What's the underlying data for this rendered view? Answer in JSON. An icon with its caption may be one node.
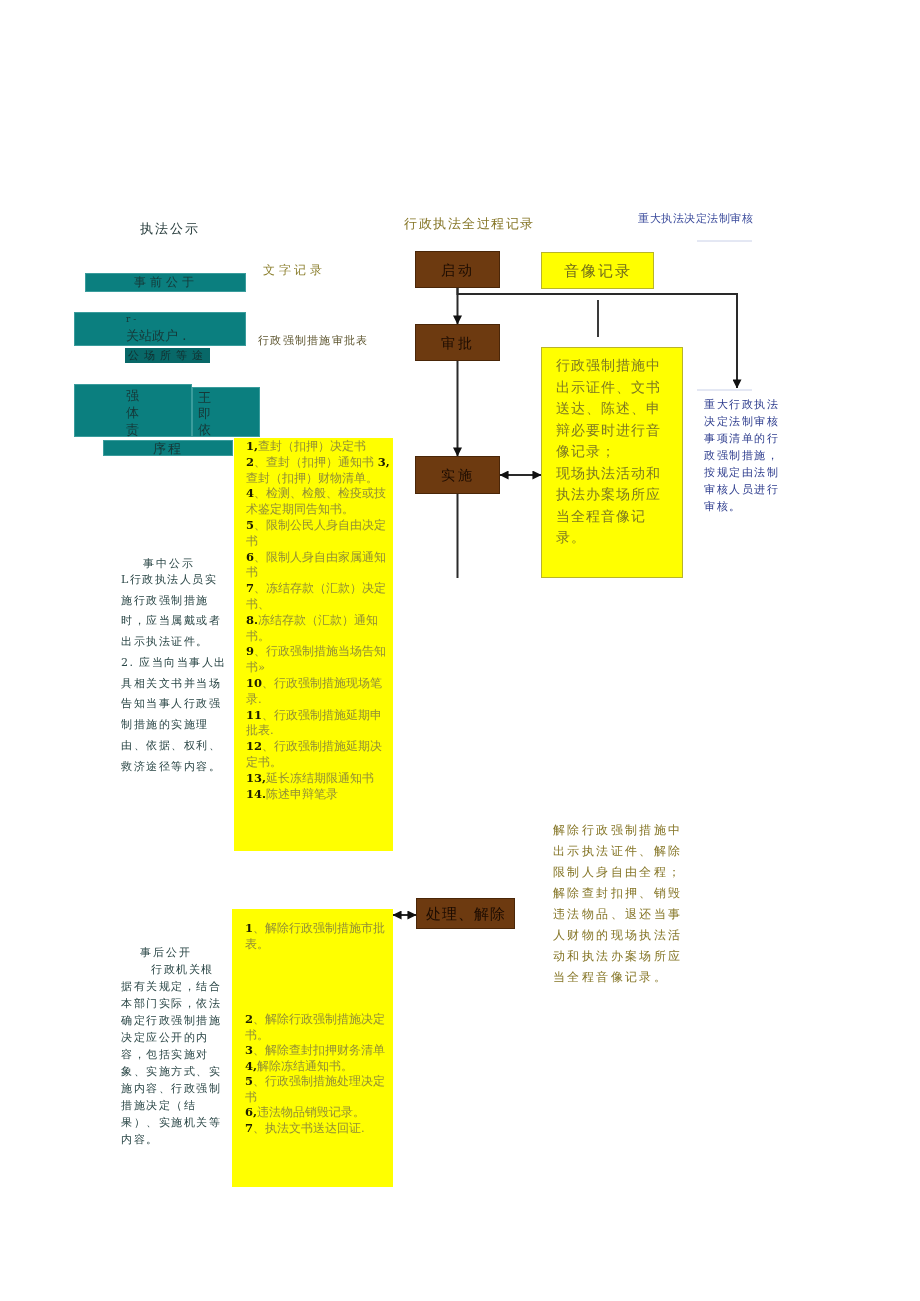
{
  "diagram": {
    "nodes": [
      {
        "text": [
          "事前公于"
        ]
      },
      {
        "text": [
          "r -",
          "关站政户 ."
        ]
      },
      {
        "text": [
          "公场所等途"
        ]
      },
      {
        "text": [
          "强",
          "体",
          "责"
        ]
      },
      {
        "text": [
          "王",
          "即",
          "依"
        ]
      },
      {
        "text": [
          "序程"
        ]
      },
      {
        "text": [
          "**1,**查封（扣押）决定书",
          "**2**、查封（扣押）通知书 **3,**查封（扣押）财物清单。",
          "**4**、检测、检般、检疫或技术鉴定期同告知书。",
          "**5**、限制公民人身自由决定书",
          "**6**、限制人身自由家属通知书",
          "**7**、冻结存款（汇款）决定书、",
          "**8.**冻结存款（汇款）通知书。",
          "**9**、行政强制措施当场告知书»",
          "**10**、行政强制措施现场笔录.",
          "**11**、行政强制措施延期申批表.",
          "**12**、行政强制措施延期决定书。",
          "**13,**延长冻结期限通知书",
          "**14.**陈述申辩笔录"
        ]
      },
      {
        "text": [
          "启动"
        ]
      },
      {
        "text": [
          "音像记录"
        ]
      },
      {
        "text": [
          "审批"
        ]
      },
      {
        "text": [
          "行政强制措施中出示证件、文书送达、陈述、申辩必要时进行音像记录；",
          "现场执法活动和执法办案场所应当全程音像记录。"
        ]
      },
      {
        "text": [
          "实施"
        ]
      },
      {
        "text": [
          "重大行政执法决定法制审核事项清单的行政强制措施，按规定由法制审核人员进行审核。"
        ]
      },
      {
        "text": [
          "**1**、解除行政强制措施市批表。",
          "**2**、解除行政强制措施决定书。",
          "**3**、解除查封扣押财务清单",
          "**4,**解除冻结通知书。",
          "**5**、行政强制措施处理决定书",
          "**6,**违法物品销毁记录。",
          "**7**、执法文书送达回证."
        ]
      },
      {
        "text": [
          "处理、解除"
        ]
      }
    ],
    "edges": [
      {
        "from": 7,
        "to": 9,
        "arrow": "to"
      },
      {
        "from": 7,
        "to": 12,
        "arrow": "to"
      },
      {
        "from": 9,
        "to": 11,
        "arrow": "to"
      },
      {
        "from": 11,
        "to": 10,
        "arrow": "both"
      },
      {
        "from": 11,
        "to": null,
        "arrow": "none"
      },
      {
        "from": 13,
        "to": 14,
        "arrow": "both"
      }
    ],
    "labels": [
      "执法公示",
      "行政执法全过程记录",
      "重大执法决定法制审核",
      "文字记录",
      "行政强制措施审批表",
      "事中公示",
      "L行政执法人员实施行政强制措施时，应当属戴或者出示执法证件。",
      "2. 应当向当事人出具相关文书并当场告知当事人行政强制措施的实施理由、依据、权利、救济途径等内容。",
      "解除行政强制措施中出示执法证件、解除限制人身自由全程；解除查封扣押、销毁违法物品、退还当事人财物的现场执法活动和执法办案场所应当全程音像记录。",
      "事后公开",
      "行政机关根据有关规定，结合本部门实际，依法确定行政强制措施决定应公开的内容，包括实施对象、实施方式、实施内容、行政强制措施决定（结果）、实施机关等内容。"
    ]
  }
}
